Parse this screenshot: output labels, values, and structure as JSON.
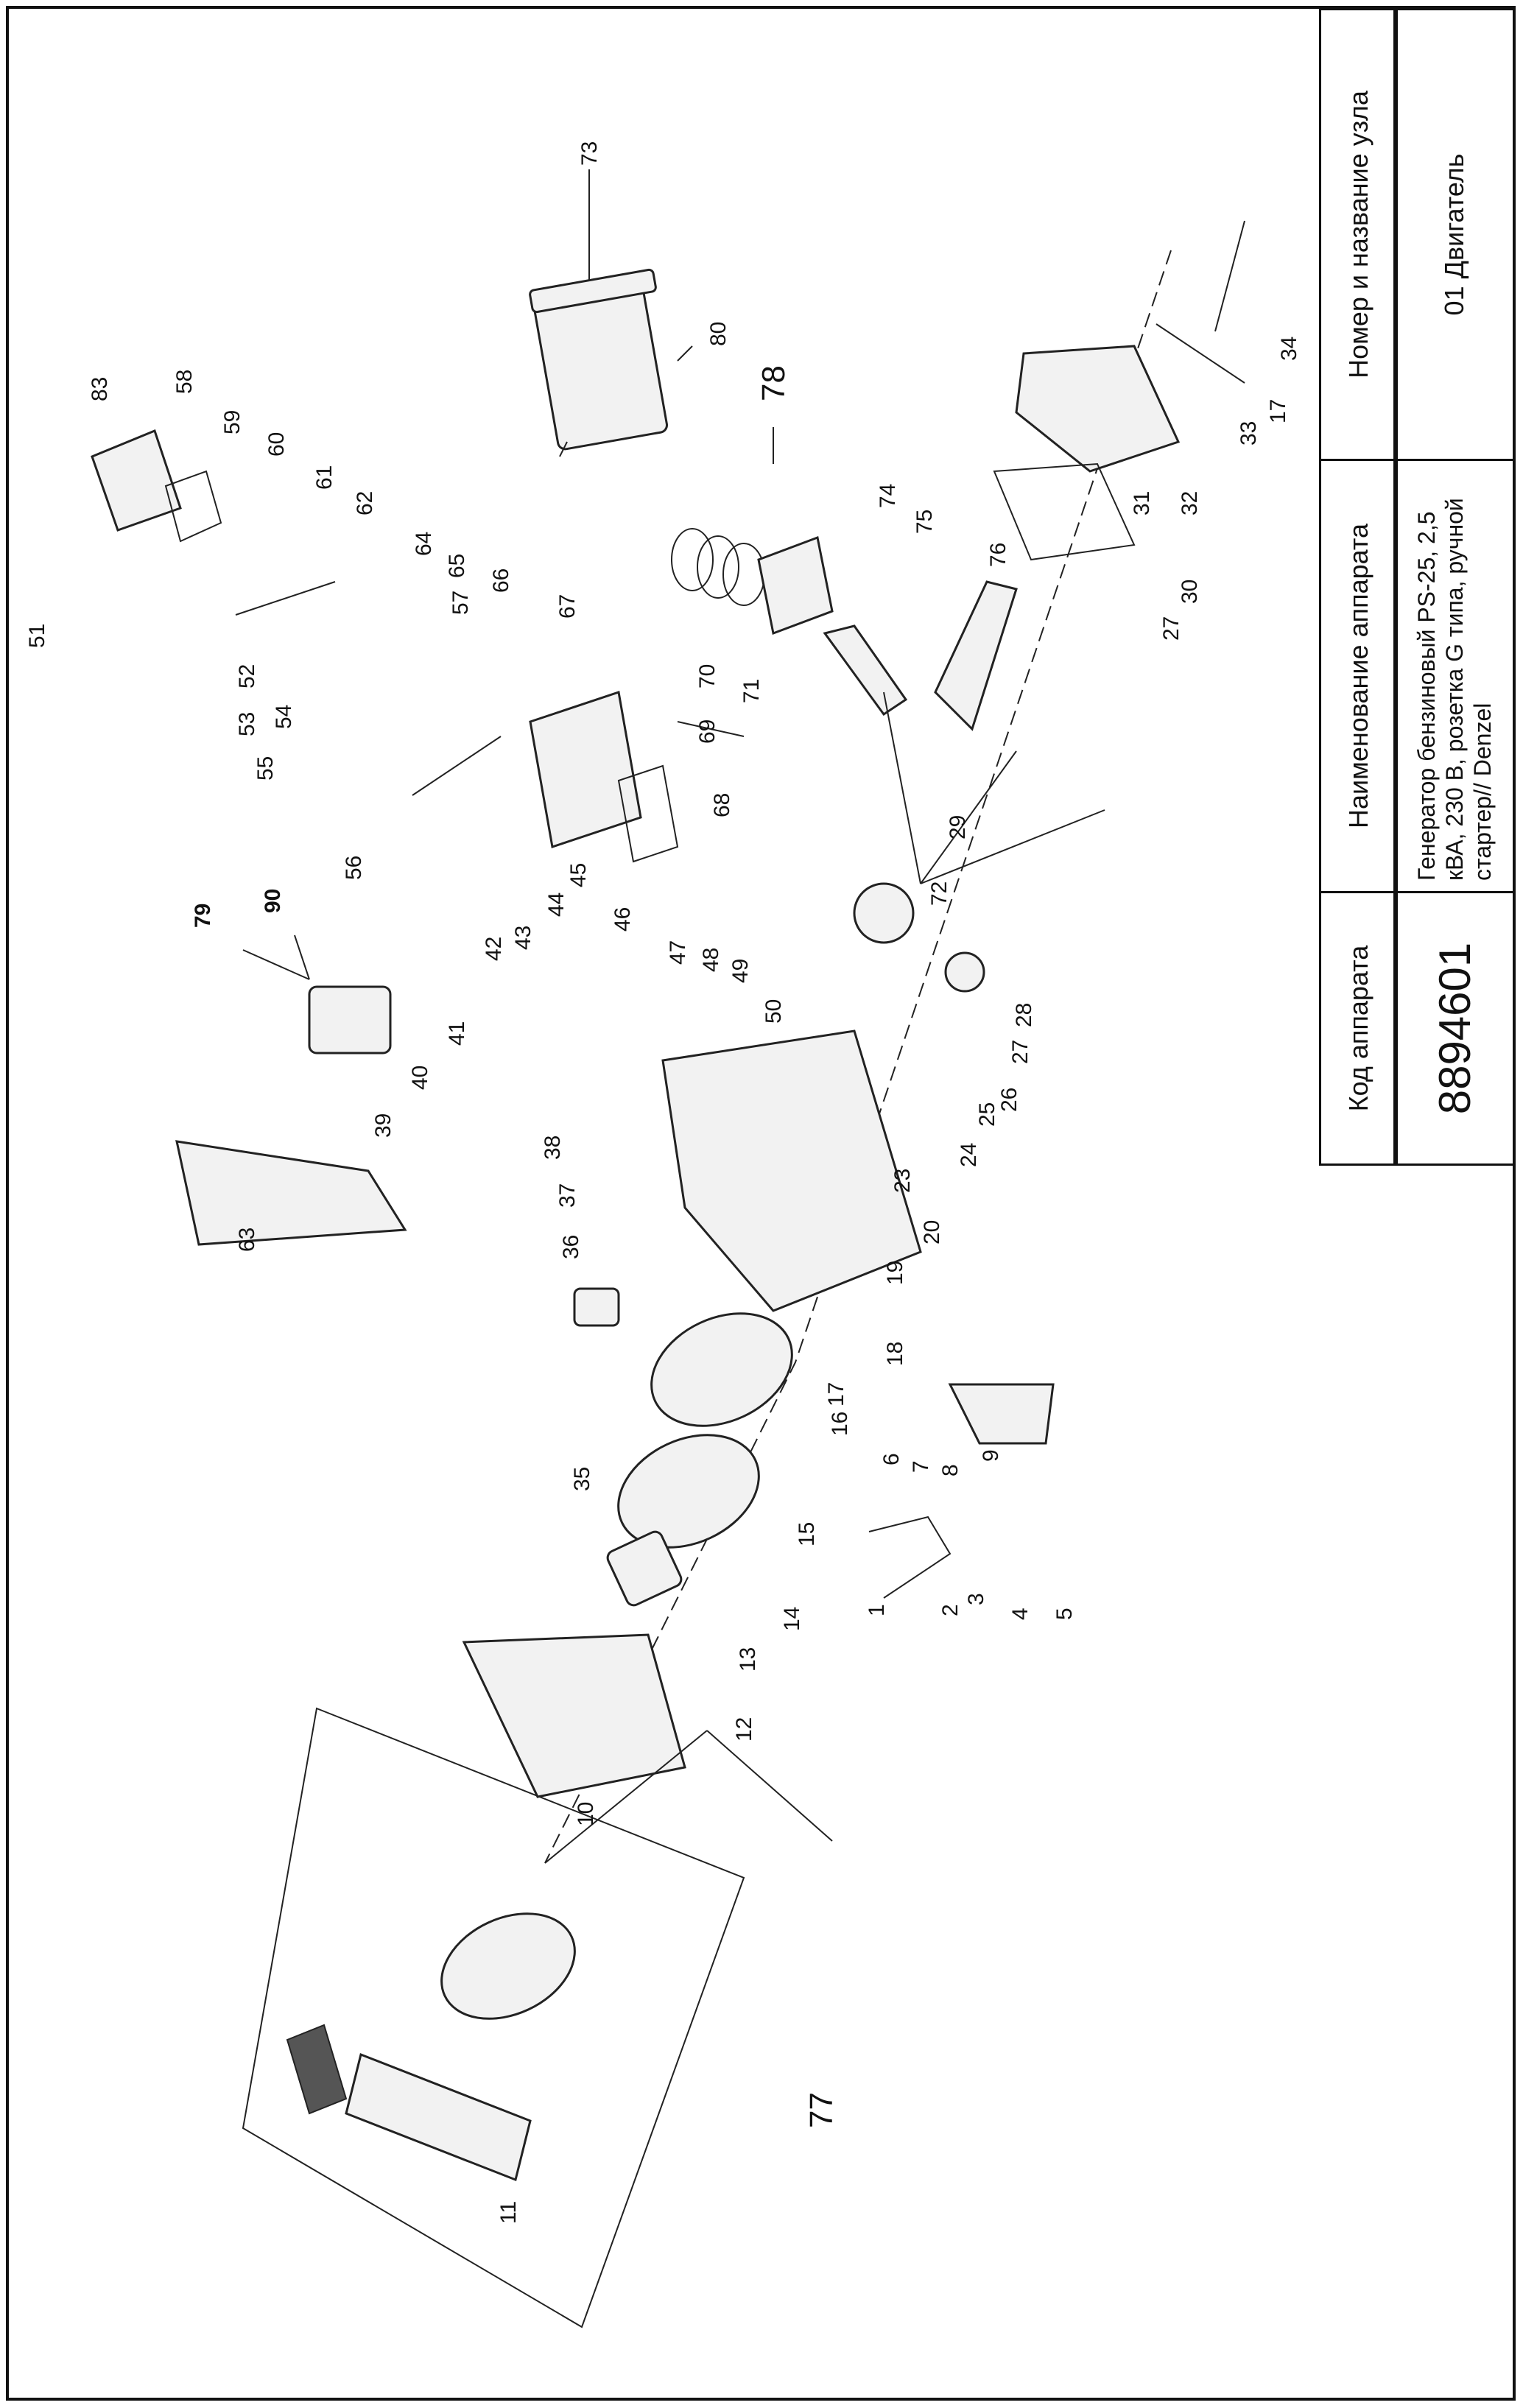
{
  "title_block": {
    "headers": {
      "code": "Код аппарата",
      "name": "Наименование аппарата",
      "unit": "Номер и название узла"
    },
    "values": {
      "code": "8894601",
      "name": "Генератор бензиновый PS-25, 2,5 кВА, 230 В, розетка G типа, ручной стартер// Denzel",
      "unit": "01 Двигатель"
    }
  },
  "callouts": [
    "1",
    "2",
    "3",
    "4",
    "5",
    "6",
    "7",
    "8",
    "9",
    "10",
    "11",
    "12",
    "13",
    "14",
    "15",
    "16",
    "17",
    "17",
    "18",
    "19",
    "20",
    "23",
    "24",
    "25",
    "26",
    "27",
    "27",
    "28",
    "29",
    "30",
    "31",
    "32",
    "33",
    "34",
    "35",
    "36",
    "37",
    "38",
    "39",
    "40",
    "41",
    "42",
    "43",
    "44",
    "45",
    "46",
    "47",
    "48",
    "49",
    "50",
    "51",
    "52",
    "53",
    "54",
    "55",
    "56",
    "57",
    "58",
    "59",
    "60",
    "61",
    "62",
    "63",
    "64",
    "65",
    "66",
    "67",
    "68",
    "69",
    "70",
    "71",
    "72",
    "73",
    "74",
    "75",
    "76",
    "77",
    "78",
    "79",
    "80",
    "83",
    "90"
  ]
}
